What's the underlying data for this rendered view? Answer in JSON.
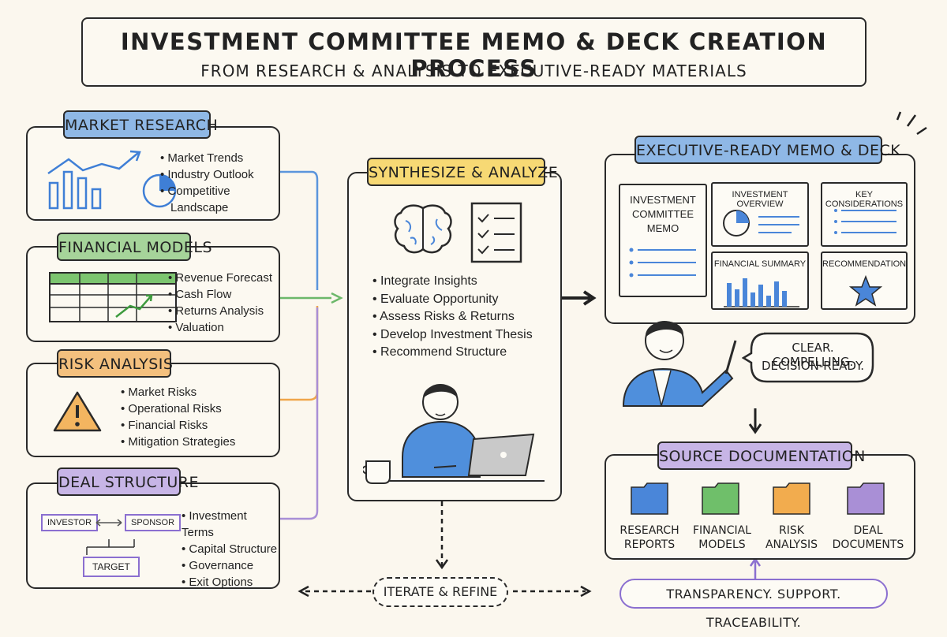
{
  "header": {
    "title": "INVESTMENT COMMITTEE MEMO & DECK CREATION PROCESS",
    "subtitle": "FROM RESEARCH & ANALYSIS TO EXECUTIVE-READY MATERIALS"
  },
  "inputs": [
    {
      "title": "MARKET RESEARCH",
      "color": "#8fb8e6",
      "items": [
        "Market Trends",
        "Industry Outlook",
        "Competitive",
        "Landscape"
      ]
    },
    {
      "title": "FINANCIAL MODELS",
      "color": "#a6d49a",
      "items": [
        "Revenue Forecast",
        "Cash Flow",
        "Returns Analysis",
        "Valuation"
      ]
    },
    {
      "title": "RISK ANALYSIS",
      "color": "#f3c07e",
      "items": [
        "Market Risks",
        "Operational Risks",
        "Financial Risks",
        "Mitigation Strategies"
      ]
    },
    {
      "title": "DEAL STRUCTURE",
      "color": "#c7b5e6",
      "items": [
        "Investment Terms",
        "Capital Structure",
        "Governance",
        "Exit Options"
      ],
      "diagram": {
        "left": "INVESTOR",
        "right": "SPONSOR",
        "bottom": "TARGET"
      }
    }
  ],
  "synthesize": {
    "title": "SYNTHESIZE & ANALYZE",
    "color": "#f7d974",
    "items": [
      "Integrate Insights",
      "Evaluate Opportunity",
      "Assess Risks & Returns",
      "Develop Investment Thesis",
      "Recommend Structure"
    ]
  },
  "output": {
    "title": "EXECUTIVE-READY MEMO & DECK",
    "color": "#8fb8e6",
    "memo": "INVESTMENT COMMITTEE MEMO",
    "slides": [
      "INVESTMENT OVERVIEW",
      "KEY CONSIDERATIONS",
      "FINANCIAL SUMMARY",
      "RECOMMENDATION"
    ],
    "speech": [
      "CLEAR. COMPELLING.",
      "DECISION-READY."
    ]
  },
  "sources": {
    "title": "SOURCE DOCUMENTATION",
    "color": "#c7b5e6",
    "folders": [
      {
        "label": [
          "RESEARCH",
          "REPORTS"
        ],
        "color": "#4a86d9"
      },
      {
        "label": [
          "FINANCIAL",
          "MODELS"
        ],
        "color": "#6fbf6a"
      },
      {
        "label": [
          "RISK",
          "ANALYSIS"
        ],
        "color": "#f2ac4e"
      },
      {
        "label": [
          "DEAL",
          "DOCUMENTS"
        ],
        "color": "#a98fd6"
      }
    ],
    "tagline": "TRANSPARENCY. SUPPORT. TRACEABILITY."
  },
  "loop": {
    "label": "ITERATE & REFINE"
  }
}
